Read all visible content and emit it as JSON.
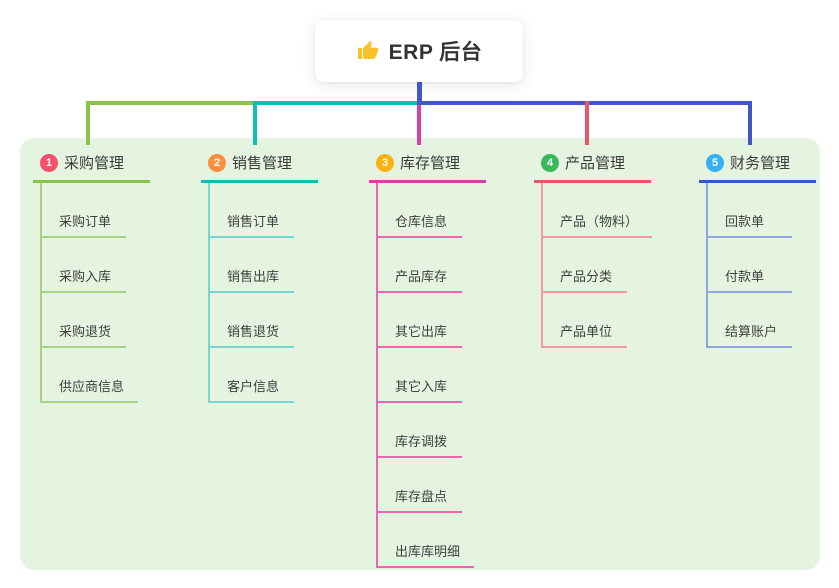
{
  "root": {
    "title": "ERP 后台",
    "icon": "thumbs-up-icon"
  },
  "trunk_color": "#4456c7",
  "panel_color": "#e5f4e1",
  "branches": [
    {
      "badge": "1",
      "badge_color": "#f5516c",
      "title": "采购管理",
      "color": "#8bc34a",
      "light_color": "#a9d383",
      "children": [
        "采购订单",
        "采购入库",
        "采购退货",
        "供应商信息"
      ]
    },
    {
      "badge": "2",
      "badge_color": "#fd8f3f",
      "title": "销售管理",
      "color": "#13bdb4",
      "light_color": "#79d6ce",
      "children": [
        "销售订单",
        "销售出库",
        "销售退货",
        "客户信息"
      ]
    },
    {
      "badge": "3",
      "badge_color": "#feb211",
      "title": "库存管理",
      "color": "#d63fa8",
      "light_color": "#f064b2",
      "children": [
        "仓库信息",
        "产品库存",
        "其它出库",
        "其它入库",
        "库存调拨",
        "库存盘点",
        "出库库明细"
      ]
    },
    {
      "badge": "4",
      "badge_color": "#3cb85c",
      "title": "产品管理",
      "color": "#ef5368",
      "light_color": "#f59a9e",
      "children": [
        "产品（物料）",
        "产品分类",
        "产品单位"
      ]
    },
    {
      "badge": "5",
      "badge_color": "#35b0f2",
      "title": "财务管理",
      "color": "#2f5bc9",
      "light_color": "#93a6e4",
      "children": [
        "回款单",
        "付款单",
        "结算账户"
      ]
    }
  ]
}
